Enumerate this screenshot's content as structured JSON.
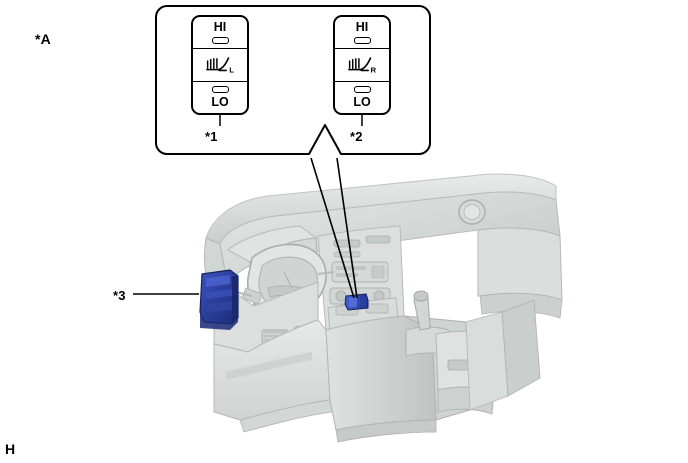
{
  "figure": {
    "type": "automotive-service-diagram",
    "subject": "Seat heater switch and seat heater ECU location on instrument panel",
    "section_marker": "H"
  },
  "labels": {
    "variant_marker": "*A",
    "bottom_marker": "H"
  },
  "callout_box": {
    "name": "detail-box",
    "references": [
      {
        "id": "*1",
        "label": "*1",
        "describes": "seat heater switch (left / driver side)"
      },
      {
        "id": "*2",
        "label": "*2",
        "describes": "seat heater switch (right / passenger side)"
      }
    ]
  },
  "switches": [
    {
      "id": "switch-left",
      "ref": "*1",
      "side_letter": "L",
      "hi_label": "HI",
      "lo_label": "LO",
      "icon": "seat-heater-icon",
      "hi_indicator": "led-indicator",
      "lo_indicator": "led-indicator"
    },
    {
      "id": "switch-right",
      "ref": "*2",
      "side_letter": "R",
      "hi_label": "HI",
      "lo_label": "LO",
      "icon": "seat-heater-icon",
      "hi_indicator": "led-indicator",
      "lo_indicator": "led-indicator"
    }
  ],
  "part_callouts": [
    {
      "id": "*3",
      "label": "*3",
      "describes": "seat heater ECU / connector on lower left instrument panel",
      "color": "#2c3f9e"
    }
  ],
  "highlighted_parts": [
    {
      "name": "seat-heater-ecu",
      "color": "#2c3f9e"
    },
    {
      "name": "seat-heater-switch-on-console",
      "color": "#2340b4"
    }
  ],
  "colors": {
    "highlight_blue": "#2c3f9e",
    "highlight_blue_light": "#3a57c8",
    "line_black": "#000000",
    "vehicle_gray": "#d9dcda",
    "vehicle_gray_dark": "#b9bdbb",
    "vehicle_gray_light": "#eceeed",
    "background": "#ffffff"
  }
}
